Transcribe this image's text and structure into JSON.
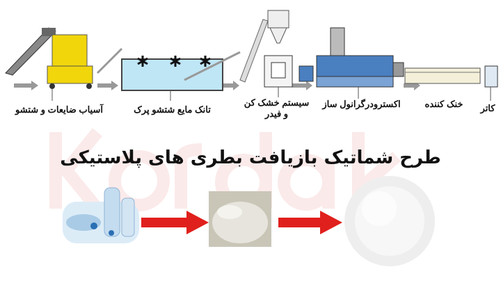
{
  "title": "طرح شماتیک بازیافت بطری های پلاستیکی",
  "watermark": "kordak",
  "stages": [
    {
      "label": "آسیاب ضایعات و شتشو"
    },
    {
      "label": "تانک مایع شتشو پرک"
    },
    {
      "label_line1": "سیستم خشک کن",
      "label_line2": "و فیدر"
    },
    {
      "label": "اکسترودرگرانول ساز"
    },
    {
      "label": "خنک کننده"
    },
    {
      "label": "کاتر"
    }
  ],
  "products": [
    "plastic-bottles",
    "pet-flakes",
    "plastic-granules"
  ],
  "colors": {
    "arrow": "#e0201c",
    "tank": "#bfe6f5",
    "machine": "#f1d60c",
    "extruder": "#4a7fc0"
  }
}
